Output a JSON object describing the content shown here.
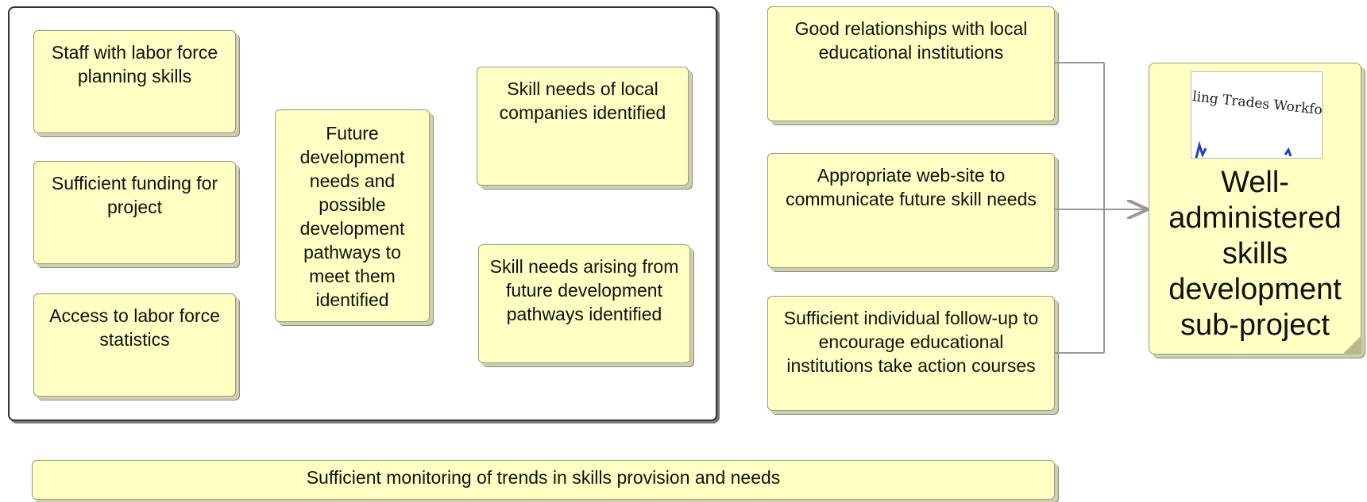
{
  "diagram": {
    "group_notes": {
      "staff_skills": "Staff with labor force planning skills",
      "funding": "Sufficient funding for project",
      "statistics": "Access to labor force statistics",
      "future_needs": "Future development needs and possible development pathways to meet them identified",
      "local_companies": "Skill needs of local companies identified",
      "future_pathways": "Skill needs arising from future development pathways identified"
    },
    "assumption_notes": {
      "relationships": "Good relationships with local educational institutions",
      "website": "Appropriate web-site to communicate future skill needs",
      "follow_up": "Sufficient individual follow-up to encourage educational institutions take action courses"
    },
    "monitoring_note": "Sufficient monitoring of trends in skills provision and needs",
    "target": {
      "title": "Well-administered skills development sub-project",
      "thumbnail_text": "ling Trades Workfor"
    },
    "colors": {
      "note_fill": "#ffffc4",
      "note_border": "#9a9a80",
      "connector": "#999999"
    }
  }
}
